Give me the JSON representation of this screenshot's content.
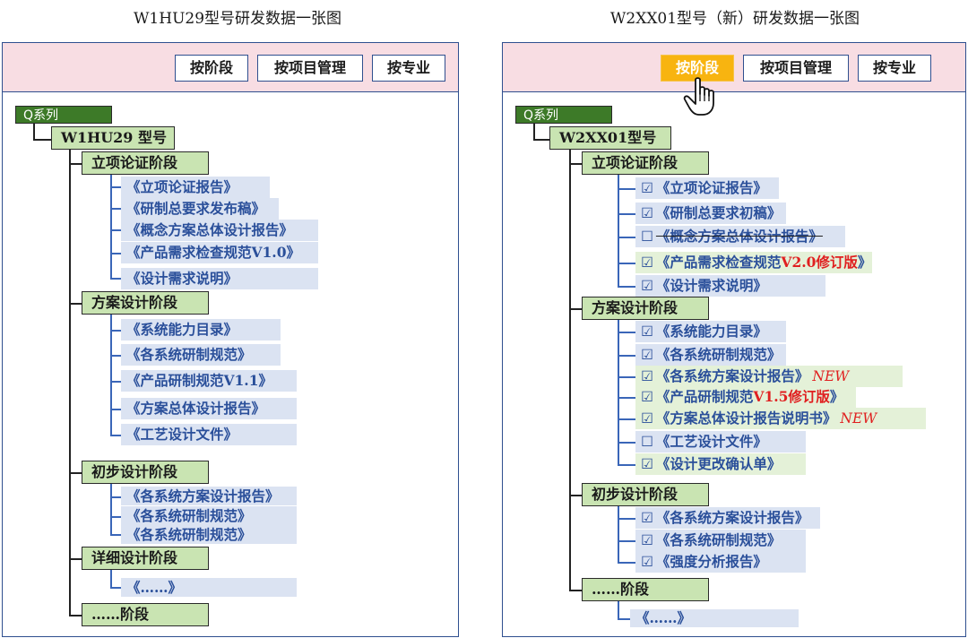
{
  "left": {
    "title": "W1HU29型号研发数据一张图",
    "toolbar": [
      "按阶段",
      "按项目管理",
      "按专业"
    ],
    "root": "Q系列",
    "model": "W1HU29 型号",
    "stages": [
      {
        "label": "立项论证阶段",
        "docs": [
          "《立项论证报告》",
          "《研制总要求发布稿》",
          "《概念方案总体设计报告》",
          "《产品需求检查规范V1.0》",
          "《设计需求说明》"
        ]
      },
      {
        "label": "方案设计阶段",
        "docs": [
          "《系统能力目录》",
          "《各系统研制规范》",
          "《产品研制规范V1.1》",
          "《方案总体设计报告》",
          "《工艺设计文件》"
        ]
      },
      {
        "label": "初步设计阶段",
        "docs": [
          "《各系统方案设计报告》",
          "《各系统研制规范》",
          "《各系统研制规范》"
        ]
      },
      {
        "label": "详细设计阶段",
        "docs": [
          "《……》"
        ]
      },
      {
        "label": "……阶段",
        "docs": []
      }
    ]
  },
  "right": {
    "title": "W2XX01型号（新）研发数据一张图",
    "toolbar": [
      "按阶段",
      "按项目管理",
      "按专业"
    ],
    "active_button": "按阶段",
    "root": "Q系列",
    "model": "W2XX01型号",
    "checked_symbol": "☑",
    "unchecked_symbol": "☐",
    "new_tag": "NEW",
    "stages": [
      {
        "label": "立项论证阶段",
        "docs": [
          {
            "text": "《立项论证报告》",
            "checked": true
          },
          {
            "text": "《研制总要求初稿》",
            "checked": true
          },
          {
            "text": "《概念方案总体设计报告》",
            "checked": false,
            "struck": true
          },
          {
            "pre": "《产品需求检查规范",
            "red": "V2.0修订版",
            "post": "》",
            "checked": true
          },
          {
            "text": "《设计需求说明》",
            "checked": true
          }
        ]
      },
      {
        "label": "方案设计阶段",
        "docs": [
          {
            "text": "《系统能力目录》",
            "checked": true
          },
          {
            "text": "《各系统研制规范》",
            "checked": true
          },
          {
            "text": "《各系统方案设计报告》",
            "checked": true,
            "new": true
          },
          {
            "pre": "《产品研制规范",
            "red": "V1.5修订版",
            "post": "》",
            "checked": true
          },
          {
            "text": "《方案总体设计报告说明书》",
            "checked": true,
            "new": true
          },
          {
            "text": "《工艺设计文件》",
            "checked": false
          },
          {
            "text": "《设计更改确认单》",
            "checked": true
          }
        ]
      },
      {
        "label": "初步设计阶段",
        "docs": [
          {
            "text": "《各系统方案设计报告》",
            "checked": true
          },
          {
            "text": "《各系统研制规范》",
            "checked": true
          },
          {
            "text": "《强度分析报告》",
            "checked": true
          }
        ]
      },
      {
        "label": "……阶段",
        "docs": [
          {
            "text": "《……》"
          }
        ]
      }
    ]
  }
}
